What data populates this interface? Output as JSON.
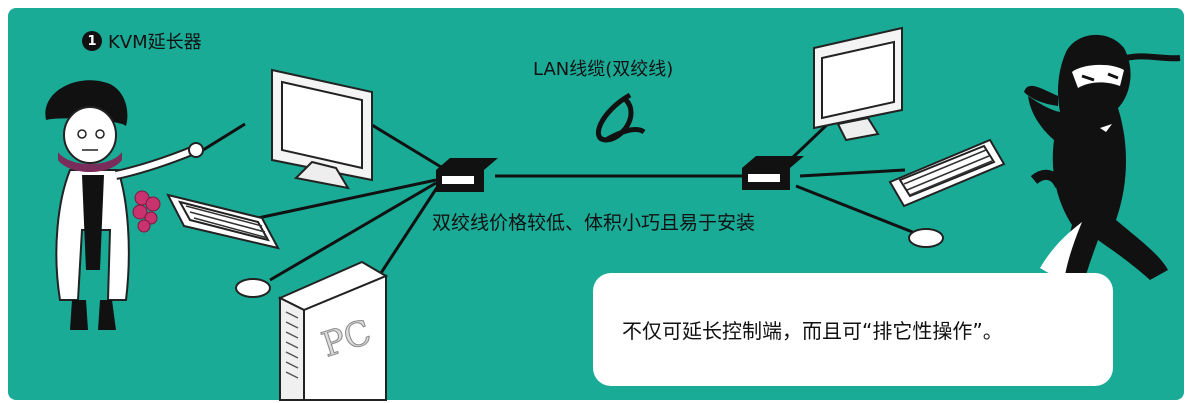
{
  "diagram": {
    "section_number": "1",
    "title": "KVM延长器",
    "cable_label": "LAN线缆(双绞线)",
    "caption": "双绞线价格较低、体积小巧且易于安装",
    "speech_bubble": "不仅可延长控制端，而且可“排它性操作”。",
    "pc_label": "PC",
    "colors": {
      "background": "#1aab97",
      "line": "#111111",
      "bubble": "#ffffff"
    }
  }
}
